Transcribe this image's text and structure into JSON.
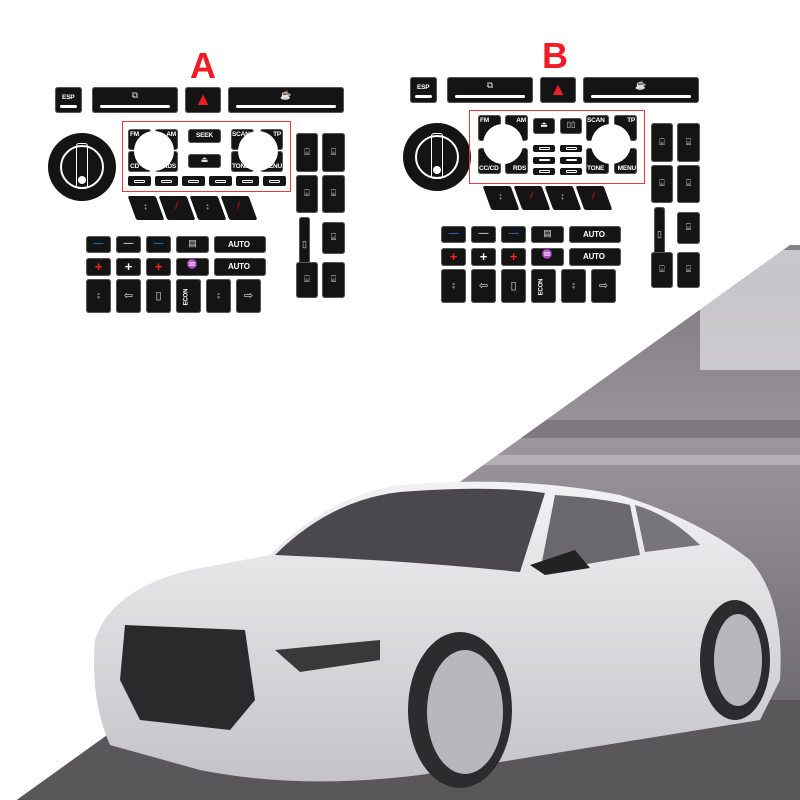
{
  "sets": [
    {
      "label": "A",
      "top_row": {
        "esp_label": "ESP",
        "long_left_icon": "display",
        "hazard_icon": "hazard-triangle",
        "long_right_icon": "cupholder"
      },
      "radio_variant": "A",
      "radio": {
        "fm": "FM",
        "am": "AM",
        "seek": "SEEK",
        "scan": "SCAN",
        "tp": "TP",
        "cd": "CD",
        "rds": "RDS",
        "tone": "TONE",
        "menu": "MENU",
        "eject_icon": "eject",
        "preset_count": 6
      }
    },
    {
      "label": "B",
      "top_row": {
        "esp_label": "ESP",
        "long_left_icon": "display",
        "hazard_icon": "hazard-triangle",
        "long_right_icon": "cupholder"
      },
      "radio_variant": "B",
      "radio": {
        "fm": "FM",
        "am": "AM",
        "scan": "SCAN",
        "tp": "TP",
        "cd": "CC/CD",
        "rds": "RDS",
        "tone": "TONE",
        "menu": "MENU",
        "eject_icon": "eject",
        "media_icon": "cd-changer",
        "preset_count": 6
      }
    }
  ],
  "climate": {
    "row1": [
      {
        "icon": "minus",
        "color": "#1e90ff"
      },
      {
        "icon": "minus",
        "color": "#ffffff"
      },
      {
        "icon": "minus",
        "color": "#1e90ff"
      },
      {
        "icon": "rear-defrost"
      },
      {
        "label": "AUTO"
      }
    ],
    "row2": [
      {
        "icon": "plus",
        "color": "#ff2020"
      },
      {
        "icon": "plus",
        "color": "#ffffff"
      },
      {
        "icon": "plus",
        "color": "#ff2020"
      },
      {
        "icon": "front-defrost"
      },
      {
        "label": "AUTO"
      }
    ],
    "row3": [
      {
        "icon": "seat-heat"
      },
      {
        "icon": "arrow-left"
      },
      {
        "icon": "recirculation"
      },
      {
        "label": "ECON"
      },
      {
        "icon": "seat-vent"
      },
      {
        "icon": "arrow-right"
      }
    ]
  },
  "seat_buttons": [
    {
      "icon": "seat-heat",
      "color": "#cccccc"
    },
    {
      "icon": "temp",
      "color": "#e01010"
    },
    {
      "icon": "seat-heat",
      "color": "#cccccc"
    },
    {
      "icon": "temp",
      "color": "#e01010"
    }
  ],
  "window_buttons": [
    "window-switch",
    "window-switch",
    "window-switch",
    "window-switch",
    "child-lock",
    "window-switch",
    "window-switch",
    "window-switch"
  ],
  "colors": {
    "sticker": "#141414",
    "accent_red": "#ee1c24"
  }
}
